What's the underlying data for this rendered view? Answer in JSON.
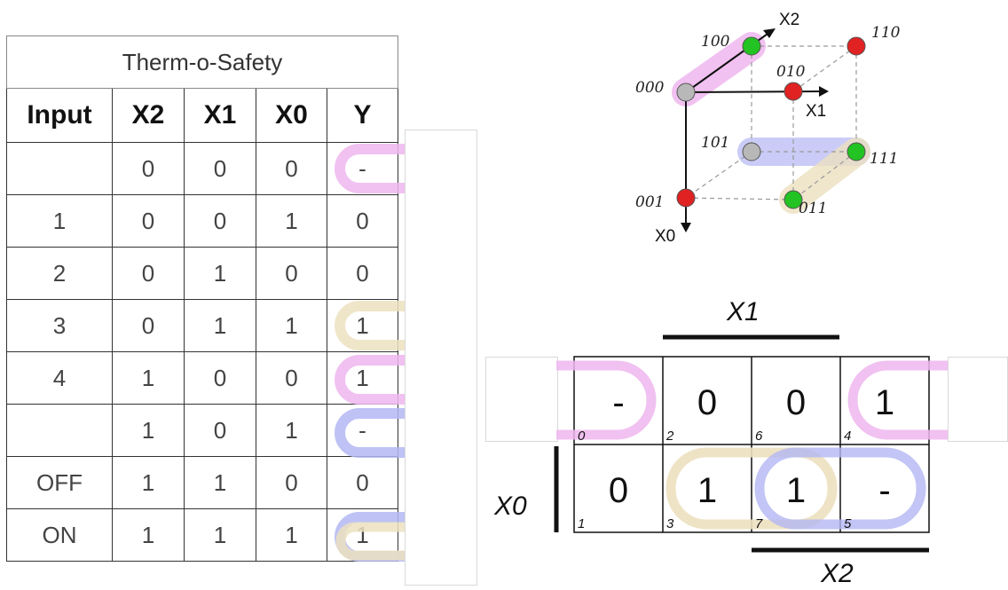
{
  "truth_table": {
    "title": "Therm-o-Safety",
    "headers": [
      "Input",
      "X2",
      "X1",
      "X0",
      "Y"
    ],
    "rows": [
      {
        "input": "",
        "x2": "0",
        "x1": "0",
        "x0": "0",
        "y": "-"
      },
      {
        "input": "1",
        "x2": "0",
        "x1": "0",
        "x0": "1",
        "y": "0"
      },
      {
        "input": "2",
        "x2": "0",
        "x1": "1",
        "x0": "0",
        "y": "0"
      },
      {
        "input": "3",
        "x2": "0",
        "x1": "1",
        "x0": "1",
        "y": "1"
      },
      {
        "input": "4",
        "x2": "1",
        "x1": "0",
        "x0": "0",
        "y": "1"
      },
      {
        "input": "",
        "x2": "1",
        "x1": "0",
        "x0": "1",
        "y": "-"
      },
      {
        "input": "OFF",
        "x2": "1",
        "x1": "1",
        "x0": "0",
        "y": "0"
      },
      {
        "input": "ON",
        "x2": "1",
        "x1": "1",
        "x0": "1",
        "y": "1"
      }
    ]
  },
  "hypercube": {
    "axes": {
      "x2": "X2",
      "x1": "X1",
      "x0": "X0"
    },
    "vertices": [
      {
        "code": "000",
        "state": "dont-care",
        "color": "#b8b8b8"
      },
      {
        "code": "100",
        "state": "one",
        "color": "#22c322"
      },
      {
        "code": "110",
        "state": "zero",
        "color": "#e02222"
      },
      {
        "code": "010",
        "state": "zero",
        "color": "#e02222"
      },
      {
        "code": "101",
        "state": "dont-care",
        "color": "#b8b8b8"
      },
      {
        "code": "111",
        "state": "one",
        "color": "#22c322"
      },
      {
        "code": "001",
        "state": "zero",
        "color": "#e02222"
      },
      {
        "code": "011",
        "state": "one",
        "color": "#22c322"
      }
    ]
  },
  "kmap": {
    "var_top": "X1",
    "var_left": "X0",
    "var_bottom": "X2",
    "rows": [
      [
        {
          "value": "-",
          "index": "0"
        },
        {
          "value": "0",
          "index": "2"
        },
        {
          "value": "0",
          "index": "6"
        },
        {
          "value": "1",
          "index": "4"
        }
      ],
      [
        {
          "value": "0",
          "index": "1"
        },
        {
          "value": "1",
          "index": "3"
        },
        {
          "value": "1",
          "index": "7"
        },
        {
          "value": "-",
          "index": "5"
        }
      ]
    ]
  },
  "group_colors": {
    "pink": "#eeb6ee",
    "blue": "#b3b7f3",
    "tan": "#ece0bf"
  }
}
